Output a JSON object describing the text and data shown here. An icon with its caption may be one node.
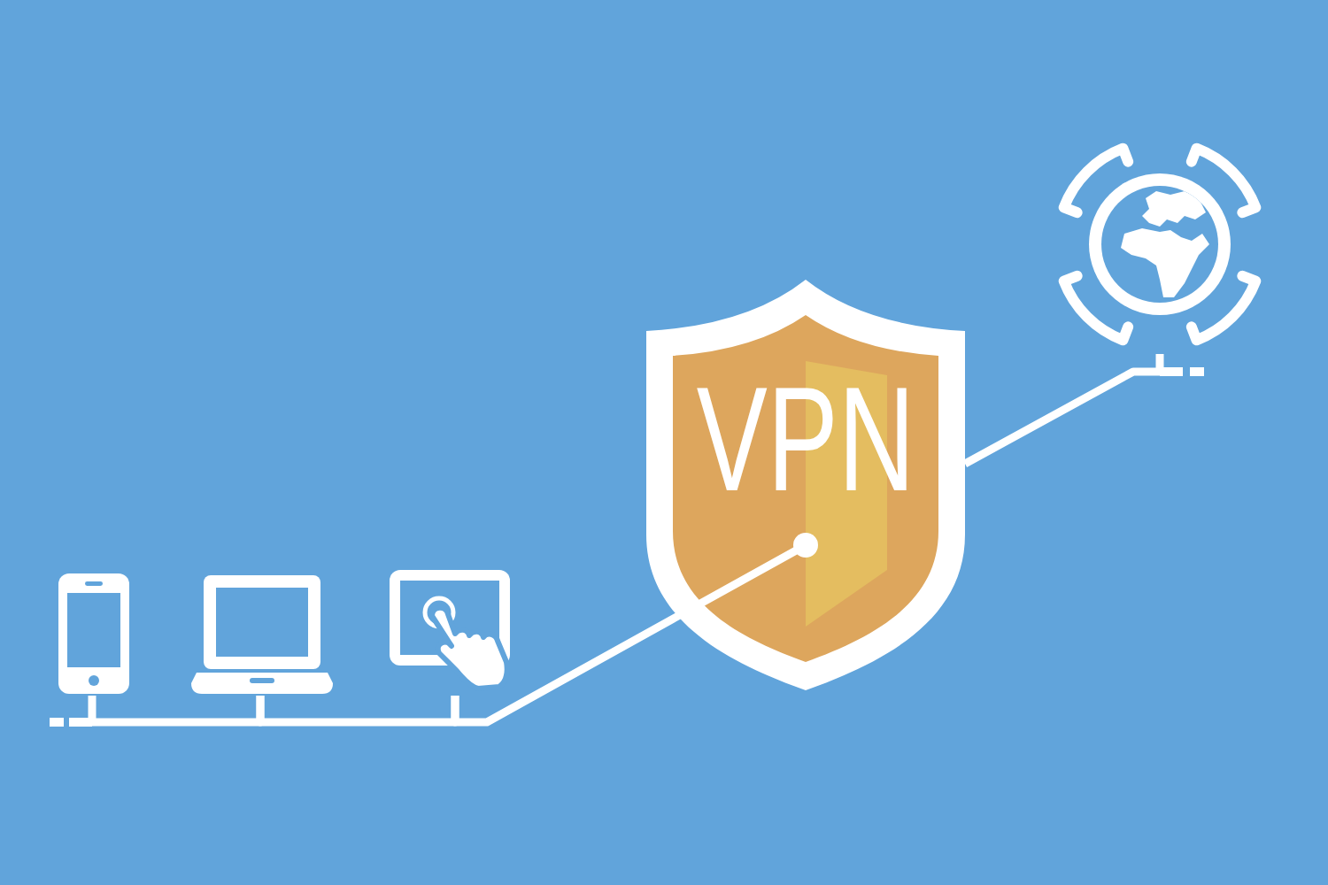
{
  "diagram": {
    "nodes": [
      {
        "text": [],
        "shape": "picture"
      },
      {
        "text": [],
        "shape": "picture"
      },
      {
        "text": [],
        "shape": "picture"
      },
      {
        "text": [
          "VPN"
        ]
      },
      {
        "text": [],
        "shape": "picture"
      }
    ],
    "edges": [
      {
        "from": 0,
        "to": 1,
        "arrow": "none"
      },
      {
        "from": 1,
        "to": 2,
        "arrow": "none"
      },
      {
        "from": 2,
        "to": 3,
        "arrow": "none"
      },
      {
        "from": 3,
        "to": 4,
        "arrow": "none"
      }
    ]
  }
}
